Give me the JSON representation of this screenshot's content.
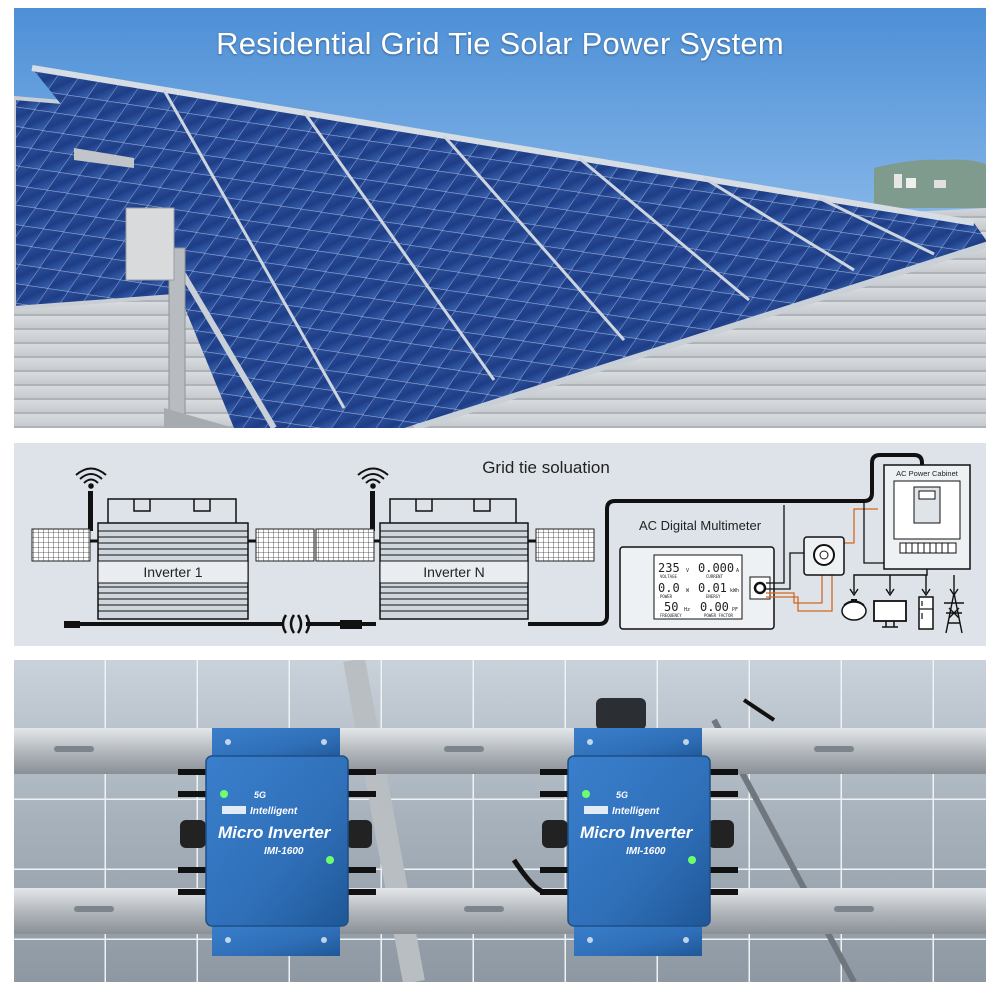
{
  "header": {
    "title": "Residential Grid Tie Solar Power System"
  },
  "diagram": {
    "heading": "Grid tie soluation",
    "inverter_1_label": "Inverter 1",
    "inverter_n_label": "Inverter N",
    "multimeter_label": "AC Digital Multimeter",
    "cabinet_label": "AC Power Cabinet",
    "lcd": {
      "voltage_value": "235",
      "voltage_unit": "V",
      "voltage_caption": "VOLTAGE",
      "current_value": "0.000",
      "current_unit": "A",
      "current_caption": "CURRENT",
      "power_value": "0.0",
      "power_unit": "W",
      "power_caption": "POWER",
      "energy_value": "0.01",
      "energy_unit": "kWh",
      "energy_caption": "ENERGY",
      "frequency_value": "50",
      "frequency_unit": "Hz",
      "frequency_caption": "FREQUENCY",
      "pf_value": "0.00",
      "pf_unit": "PF",
      "pf_caption": "POWER FACTOR"
    },
    "colors": {
      "line": "#111111",
      "ct_wire": "#d2691e",
      "background": "#dde3e9"
    },
    "icons": [
      "wifi-icon",
      "solar-module-icon",
      "rice-cooker-icon",
      "monitor-icon",
      "fridge-icon",
      "power-tower-icon"
    ]
  },
  "products": {
    "badge": "5G",
    "subtitle": "Intelligent",
    "name": "Micro Inverter",
    "model": "IMI-1600",
    "brand_color": "#2f6fb8"
  }
}
